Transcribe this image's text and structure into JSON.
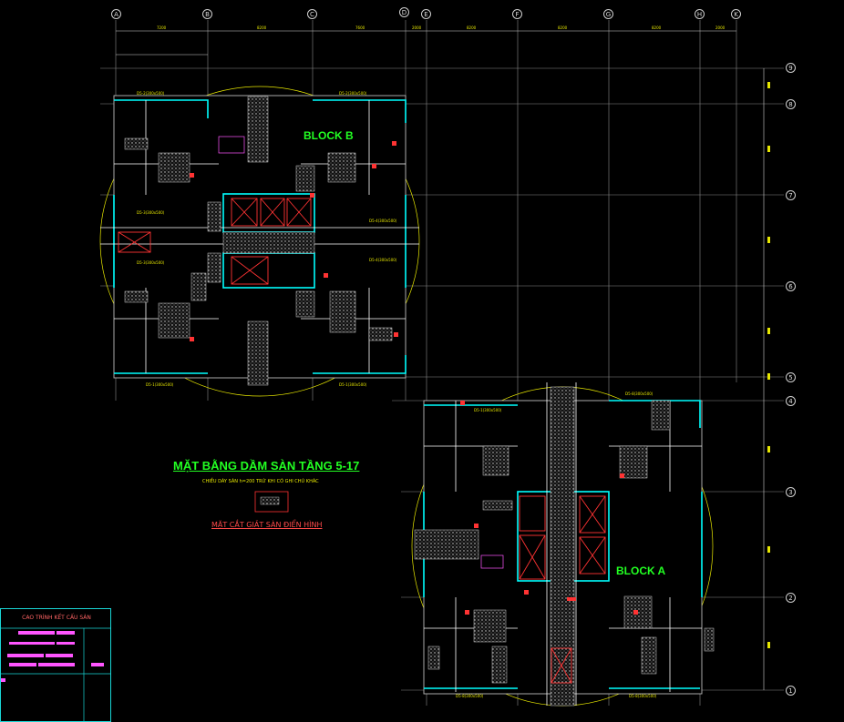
{
  "drawing": {
    "title": "MẶT BẰNG DẦM SÀN TẦNG 5-17",
    "note": "CHIỀU DÀY SÀN h=200 TRỪ KHI CÓ GHI CHÚ KHÁC",
    "section_label": "MẶT CẮT GIẢT SÀN ĐIỂN HÌNH",
    "block_a_label": "BLOCK A",
    "block_b_label": "BLOCK B"
  },
  "grid": {
    "top_axes": [
      "A",
      "B",
      "C",
      "D",
      "E",
      "F",
      "G",
      "H",
      "K"
    ],
    "right_axes": [
      "9",
      "8",
      "7",
      "6",
      "5",
      "4",
      "3",
      "2",
      "1"
    ]
  },
  "title_block": {
    "header": "CAO TRÌNH KẾT CẤU SÀN"
  },
  "colors": {
    "background": "#000000",
    "grid": "#9a9a9a",
    "wall": "#00ffff",
    "beam": "#ffffff",
    "hatch": "#cfcfcf",
    "red": "#ff3333",
    "green": "#22ff22",
    "yellow": "#e8e800",
    "magenta": "#ff55ff"
  }
}
